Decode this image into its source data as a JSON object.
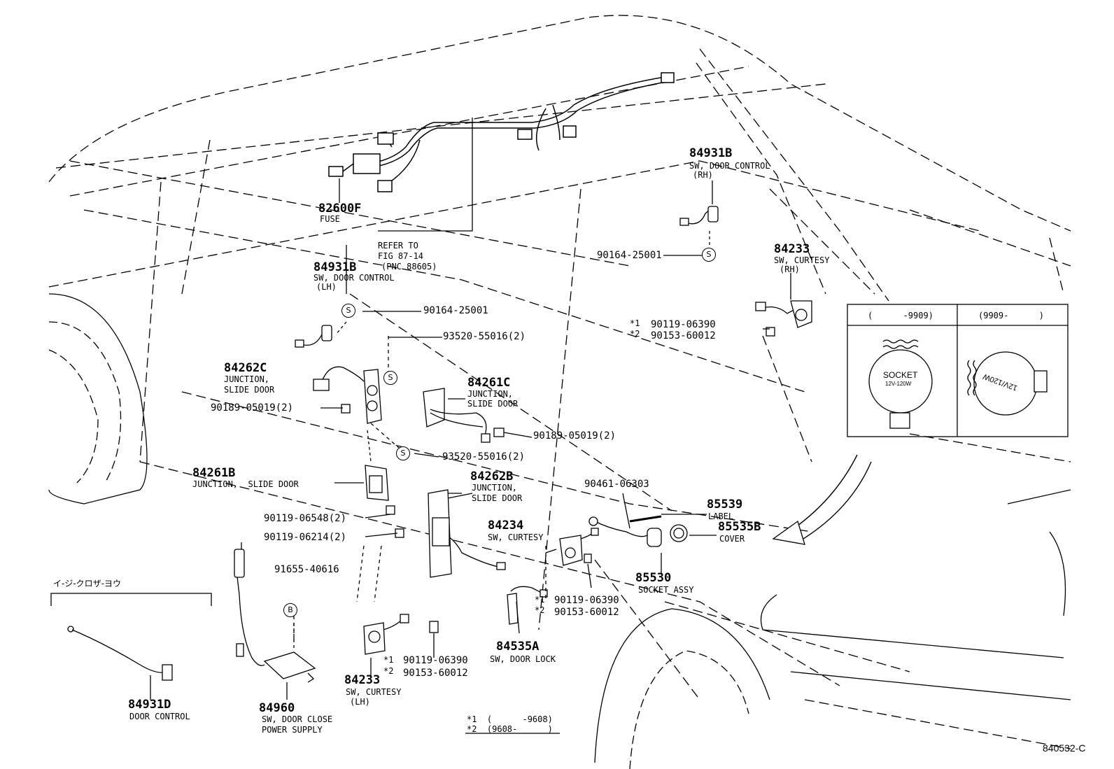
{
  "parts": {
    "p82600F": {
      "number": "82600F",
      "desc": "FUSE"
    },
    "refer": {
      "line1": "REFER TO",
      "line2": "FIG 87-14",
      "line3": "(PNC 88605)"
    },
    "p84931B_lh": {
      "number": "84931B",
      "desc1": "SW, DOOR CONTROL",
      "desc2": "(LH)"
    },
    "p84931B_rh": {
      "number": "84931B",
      "desc1": "SW, DOOR CONTROL",
      "desc2": "(RH)"
    },
    "p90164_lh": {
      "number": "90164-25001",
      "symbol": "S"
    },
    "p90164_rh": {
      "number": "90164-25001",
      "symbol": "S"
    },
    "p84233_rh": {
      "number": "84233",
      "desc1": "SW, CURTESY",
      "desc2": "(RH)"
    },
    "p90119_rh": {
      "mark1": "*1",
      "number1": "90119-06390",
      "mark2": "*2",
      "number2": "90153-60012"
    },
    "p93520_a": {
      "number": "93520-55016(2)",
      "symbol": "S"
    },
    "p84262C": {
      "number": "84262C",
      "desc1": "JUNCTION,",
      "desc2": "SLIDE DOOR"
    },
    "p84261C": {
      "number": "84261C",
      "desc1": "JUNCTION,",
      "desc2": "SLIDE DOOR"
    },
    "p90189_a": {
      "number": "90189-05019(2)"
    },
    "p90189_b": {
      "number": "90189-05019(2)"
    },
    "p93520_b": {
      "number": "93520-55016(2)",
      "symbol": "S"
    },
    "p84261B": {
      "number": "84261B",
      "desc1": "JUNCTION,  SLIDE DOOR"
    },
    "p84262B": {
      "number": "84262B",
      "desc1": "JUNCTION,",
      "desc2": "SLIDE DOOR"
    },
    "p90119_06548": {
      "number": "90119-06548(2)"
    },
    "p90119_06214": {
      "number": "90119-06214(2)"
    },
    "p90461": {
      "number": "90461-06303"
    },
    "p85539": {
      "number": "85539",
      "desc": "LABEL"
    },
    "p85535B": {
      "number": "85535B",
      "desc": "COVER"
    },
    "p84234": {
      "number": "84234",
      "desc": "SW, CURTESY"
    },
    "p85530": {
      "number": "85530",
      "desc": "SOCKET ASSY"
    },
    "p90119_mid": {
      "mark1": "*1",
      "number1": "90119-06390",
      "mark2": "*2",
      "number2": "90153-60012"
    },
    "p91655": {
      "number": "91655-40616",
      "symbol": "B"
    },
    "p84535A": {
      "number": "84535A",
      "desc": "SW, DOOR LOCK"
    },
    "p90119_low": {
      "mark1": "*1",
      "number1": "90119-06390",
      "mark2": "*2",
      "number2": "90153-60012"
    },
    "p84233_lh": {
      "number": "84233",
      "desc1": "SW, CURTESY",
      "desc2": "(LH)"
    },
    "p84931D": {
      "number": "84931D",
      "desc": "DOOR CONTROL"
    },
    "p84960": {
      "number": "84960",
      "desc1": "SW, DOOR CLOSE",
      "desc2": "POWER SUPPLY"
    },
    "easy_closer": {
      "label": "イ-ジ-クロザ-ヨウ"
    }
  },
  "inset": {
    "left_header": "(      -9909)",
    "right_header": "(9909-      )",
    "socket_text1": "SOCKET",
    "socket_text2": "12V-120W",
    "socket_rotated": "12V/120W"
  },
  "footnote": {
    "line1": "*1  (      -9608)",
    "line2": "*2  (9608-      )"
  },
  "figure_number": "840532-C"
}
